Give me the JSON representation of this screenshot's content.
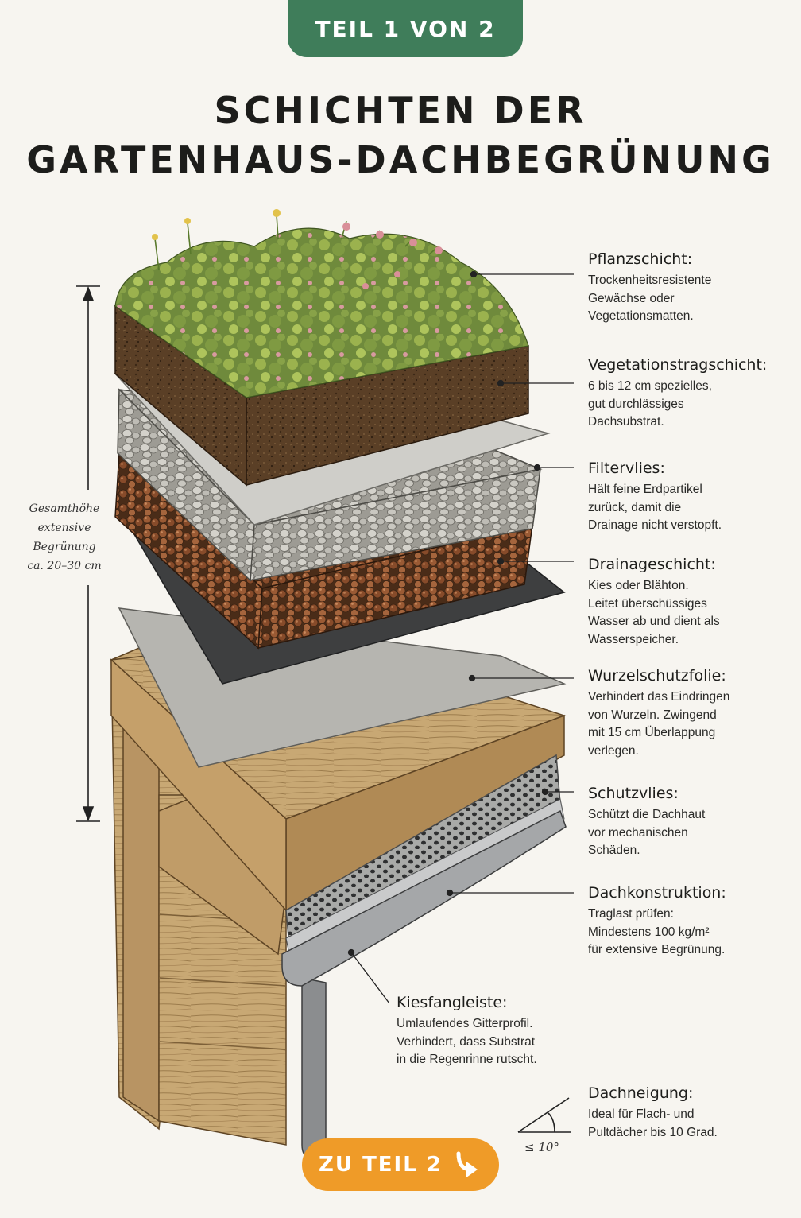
{
  "badge": {
    "text": "TEIL 1 VON 2"
  },
  "title": {
    "line1": "SCHICHTEN DER",
    "line2": "GARTENHAUS-DACHBEGRÜNUNG"
  },
  "height_note": {
    "line1": "Gesamthöhe",
    "line2": "extensive",
    "line3": "Begrünung",
    "line4": "ca. 20–30 cm"
  },
  "layers": [
    {
      "title": "Pflanzschicht:",
      "lines": [
        "Trockenheitsresistente",
        "Gewächse oder",
        "Vegetationsmatten."
      ]
    },
    {
      "title": "Vegetationstragschicht:",
      "lines": [
        "6 bis 12 cm spezielles,",
        "gut durchlässiges",
        "Dachsubstrat."
      ]
    },
    {
      "title": "Filtervlies:",
      "lines": [
        "Hält feine Erdpartikel",
        "zurück, damit die",
        "Drainage nicht verstopft."
      ]
    },
    {
      "title": "Drainageschicht:",
      "lines": [
        "Kies oder Blähton.",
        "Leitet überschüssiges",
        "Wasser ab und dient als",
        "Wasserspeicher."
      ]
    },
    {
      "title": "Wurzelschutzfolie:",
      "lines": [
        "Verhindert das Eindringen",
        "von Wurzeln. Zwingend",
        "mit 15 cm Überlappung",
        "verlegen."
      ]
    },
    {
      "title": "Schutzvlies:",
      "lines": [
        "Schützt die Dachhaut",
        "vor mechanischen",
        "Schäden."
      ]
    },
    {
      "title": "Dachkonstruktion:",
      "lines": [
        "Traglast prüfen:",
        "Mindestens 100 kg/m²",
        "für extensive Begrünung."
      ]
    },
    {
      "title": "Kiesfangleiste:",
      "lines": [
        "Umlaufendes Gitterprofil.",
        "Verhindert, dass Substrat",
        "in die Regenrinne rutscht."
      ]
    },
    {
      "title": "Dachneigung:",
      "lines": [
        "Ideal für Flach- und",
        "Pultdächer bis 10 Grad."
      ]
    }
  ],
  "angle_label": "≤ 10°",
  "next_button": {
    "label": "ZU TEIL 2"
  }
}
